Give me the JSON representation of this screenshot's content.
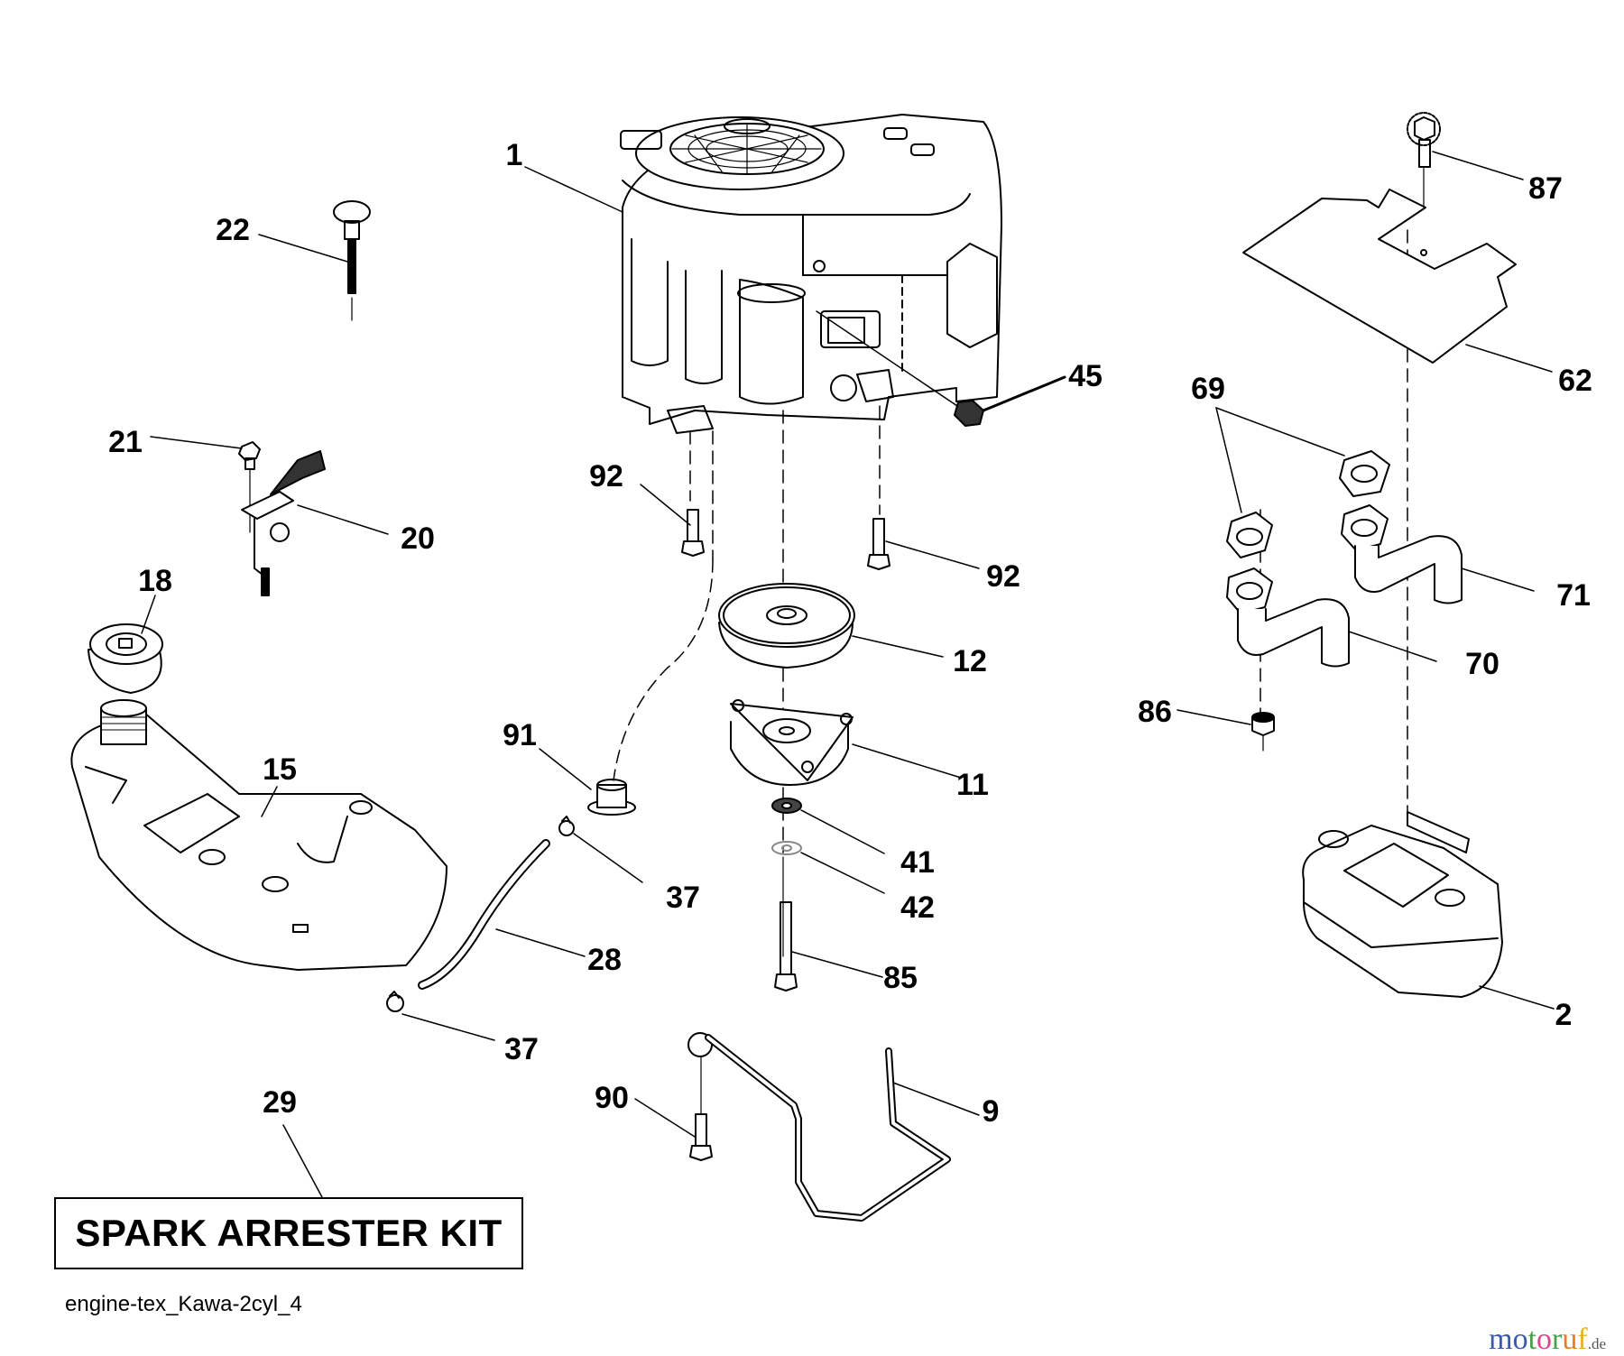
{
  "diagram": {
    "title_box": "SPARK ARRESTER KIT",
    "diagram_id": "engine-tex_Kawa-2cyl_4",
    "watermark": {
      "letters": [
        "m",
        "o",
        "t",
        "o",
        "r",
        "u",
        "f"
      ],
      "letter_colors": [
        "#3b5ba8",
        "#3b5ba8",
        "#4aa04a",
        "#d9478a",
        "#4aa04a",
        "#e0802a",
        "#e8b020"
      ],
      "suffix": ".de"
    }
  },
  "parts": [
    {
      "id": "1",
      "name": "engine"
    },
    {
      "id": "2",
      "name": "muffler"
    },
    {
      "id": "9",
      "name": "muffler-support-rod"
    },
    {
      "id": "11",
      "name": "electric-clutch"
    },
    {
      "id": "12",
      "name": "pulley"
    },
    {
      "id": "15",
      "name": "fuel-tank"
    },
    {
      "id": "18",
      "name": "fuel-cap"
    },
    {
      "id": "20",
      "name": "throttle-control"
    },
    {
      "id": "21",
      "name": "bolt"
    },
    {
      "id": "22",
      "name": "choke-knob"
    },
    {
      "id": "28",
      "name": "fuel-line"
    },
    {
      "id": "29",
      "name": "spark-arrester-kit"
    },
    {
      "id": "37",
      "name": "hose-clamp"
    },
    {
      "id": "41",
      "name": "spacer"
    },
    {
      "id": "42",
      "name": "washer"
    },
    {
      "id": "45",
      "name": "nut"
    },
    {
      "id": "62",
      "name": "heat-shield"
    },
    {
      "id": "69",
      "name": "gasket"
    },
    {
      "id": "70",
      "name": "exhaust-pipe-left"
    },
    {
      "id": "71",
      "name": "exhaust-pipe-right"
    },
    {
      "id": "85",
      "name": "clutch-bolt"
    },
    {
      "id": "86",
      "name": "lock-nut"
    },
    {
      "id": "87",
      "name": "screw"
    },
    {
      "id": "90",
      "name": "rod-bolt"
    },
    {
      "id": "91",
      "name": "bushing"
    },
    {
      "id": "92",
      "name": "engine-mount-bolt"
    }
  ],
  "callouts": [
    {
      "label": "1"
    },
    {
      "label": "22"
    },
    {
      "label": "87"
    },
    {
      "label": "62"
    },
    {
      "label": "45"
    },
    {
      "label": "69"
    },
    {
      "label": "21"
    },
    {
      "label": "92"
    },
    {
      "label": "20"
    },
    {
      "label": "92"
    },
    {
      "label": "18"
    },
    {
      "label": "71"
    },
    {
      "label": "12"
    },
    {
      "label": "70"
    },
    {
      "label": "86"
    },
    {
      "label": "91"
    },
    {
      "label": "15"
    },
    {
      "label": "11"
    },
    {
      "label": "41"
    },
    {
      "label": "37"
    },
    {
      "label": "42"
    },
    {
      "label": "28"
    },
    {
      "label": "85"
    },
    {
      "label": "2"
    },
    {
      "label": "37"
    },
    {
      "label": "90"
    },
    {
      "label": "9"
    },
    {
      "label": "29"
    }
  ]
}
